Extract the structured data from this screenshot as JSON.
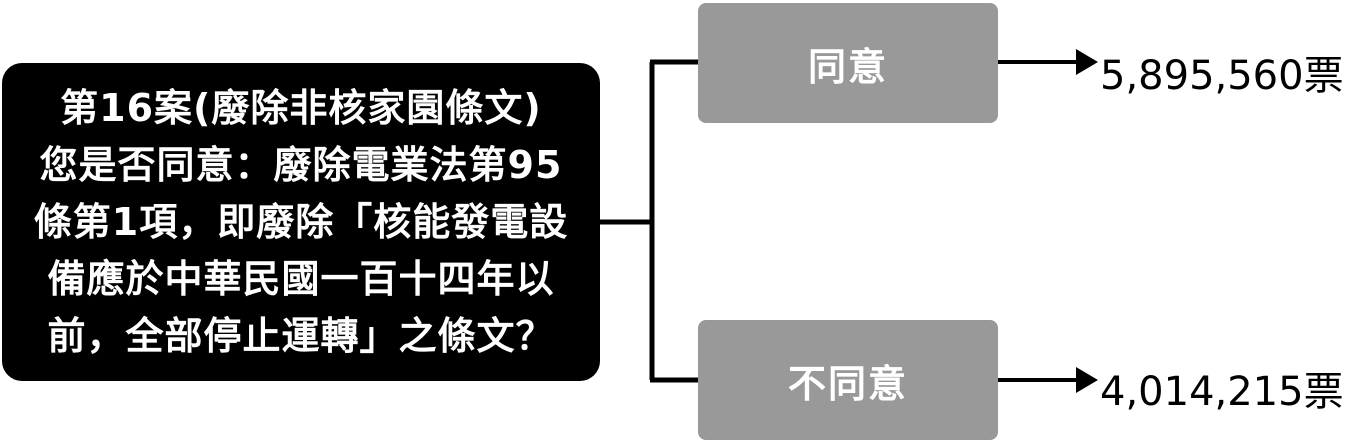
{
  "question": {
    "lines": [
      "第16案(廢除非核家園條文)",
      "您是否同意：廢除電業法第95",
      "條第1項，即廢除「核能發電設",
      "備應於中華民國一百十四年以",
      "前，全部停止運轉」之條文？"
    ]
  },
  "options": [
    {
      "label": "同意",
      "votes": "5,895,560票"
    },
    {
      "label": "不同意",
      "votes": "4,014,215票"
    }
  ],
  "colors": {
    "question_bg": "#000000",
    "question_text": "#ffffff",
    "option_bg": "#999999",
    "option_text": "#ffffff",
    "line": "#000000"
  }
}
